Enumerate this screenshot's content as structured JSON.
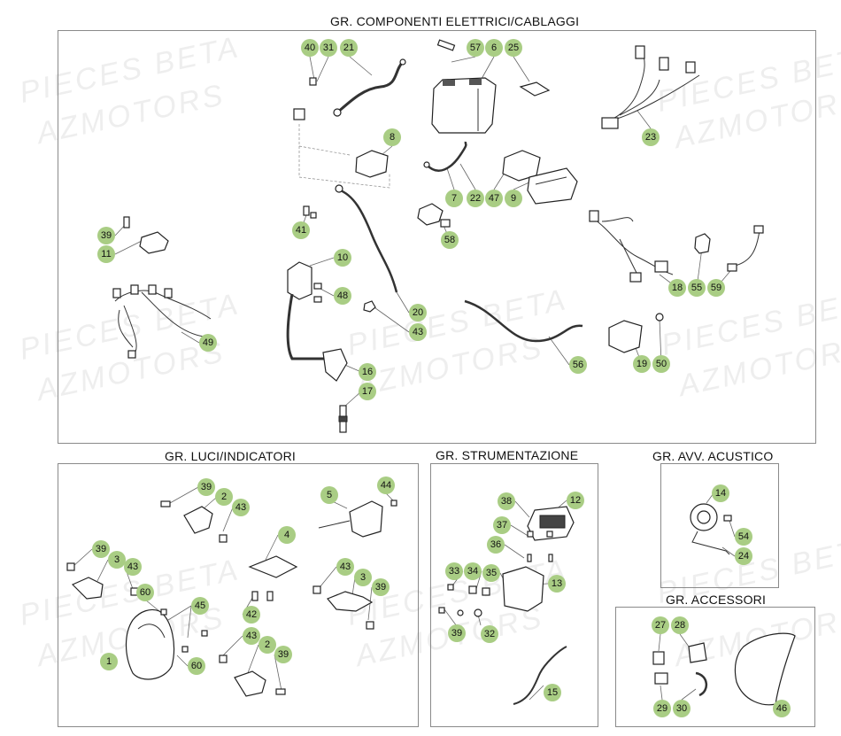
{
  "sections": {
    "elettrici": "GR. COMPONENTI ELETTRICI/CABLAGGI",
    "luci": "GR. LUCI/INDICATORI",
    "strumentazione": "GR. STRUMENTAZIONE",
    "acustico": "GR. AVV. ACUSTICO",
    "accessori": "GR. ACCESSORI"
  },
  "watermark": {
    "line1": "PIECES BETA",
    "line2": "AZMOTORS"
  },
  "callouts": {
    "elettrici": [
      "40",
      "31",
      "21",
      "57",
      "6",
      "25",
      "23",
      "8",
      "7",
      "22",
      "47",
      "9",
      "39",
      "11",
      "41",
      "58",
      "10",
      "48",
      "18",
      "55",
      "59",
      "49",
      "20",
      "43",
      "56",
      "19",
      "50",
      "16",
      "17"
    ],
    "luci": [
      "39",
      "2",
      "43",
      "5",
      "44",
      "4",
      "39",
      "3",
      "43",
      "43",
      "3",
      "39",
      "60",
      "45",
      "42",
      "1",
      "60",
      "43",
      "2",
      "39"
    ],
    "strumentazione": [
      "38",
      "12",
      "37",
      "36",
      "33",
      "34",
      "35",
      "13",
      "39",
      "32",
      "15"
    ],
    "acustico": [
      "14",
      "54",
      "24"
    ],
    "accessori": [
      "27",
      "28",
      "29",
      "30",
      "46"
    ]
  },
  "colors": {
    "callout_fill": "#a9cd84",
    "border": "#8a8a8a"
  }
}
